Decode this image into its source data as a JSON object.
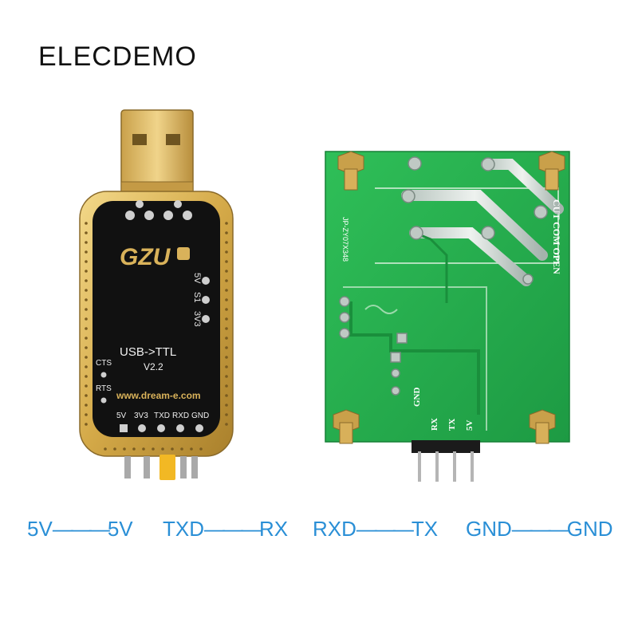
{
  "brand": "ELECDEMO",
  "usb_module": {
    "logo": "GZU",
    "function_label": "USB->TTL",
    "version": "V2.2",
    "website": "www.dream-e.com",
    "side_labels": [
      "CTS",
      "RTS"
    ],
    "jumper_labels": [
      "5V",
      "S1",
      "3V3"
    ],
    "pin_labels": [
      "5V",
      "3V3",
      "TXD",
      "RXD",
      "GND"
    ]
  },
  "relay_module": {
    "terminal_label": "CUT COM OPEN",
    "part_number": "JP-ZY07X348",
    "pin_labels": [
      "GND",
      "RX",
      "TX",
      "5V"
    ]
  },
  "wiring": [
    {
      "left": "5V",
      "right": "5V"
    },
    {
      "left": "TXD",
      "right": "RX"
    },
    {
      "left": "RXD",
      "right": "TX"
    },
    {
      "left": "GND",
      "right": "GND"
    }
  ],
  "colors": {
    "wiring_text": "#2a8fd6",
    "usb_pcb": "#111111",
    "usb_gold": "#d9b25a",
    "relay_pcb": "#22a84a"
  }
}
